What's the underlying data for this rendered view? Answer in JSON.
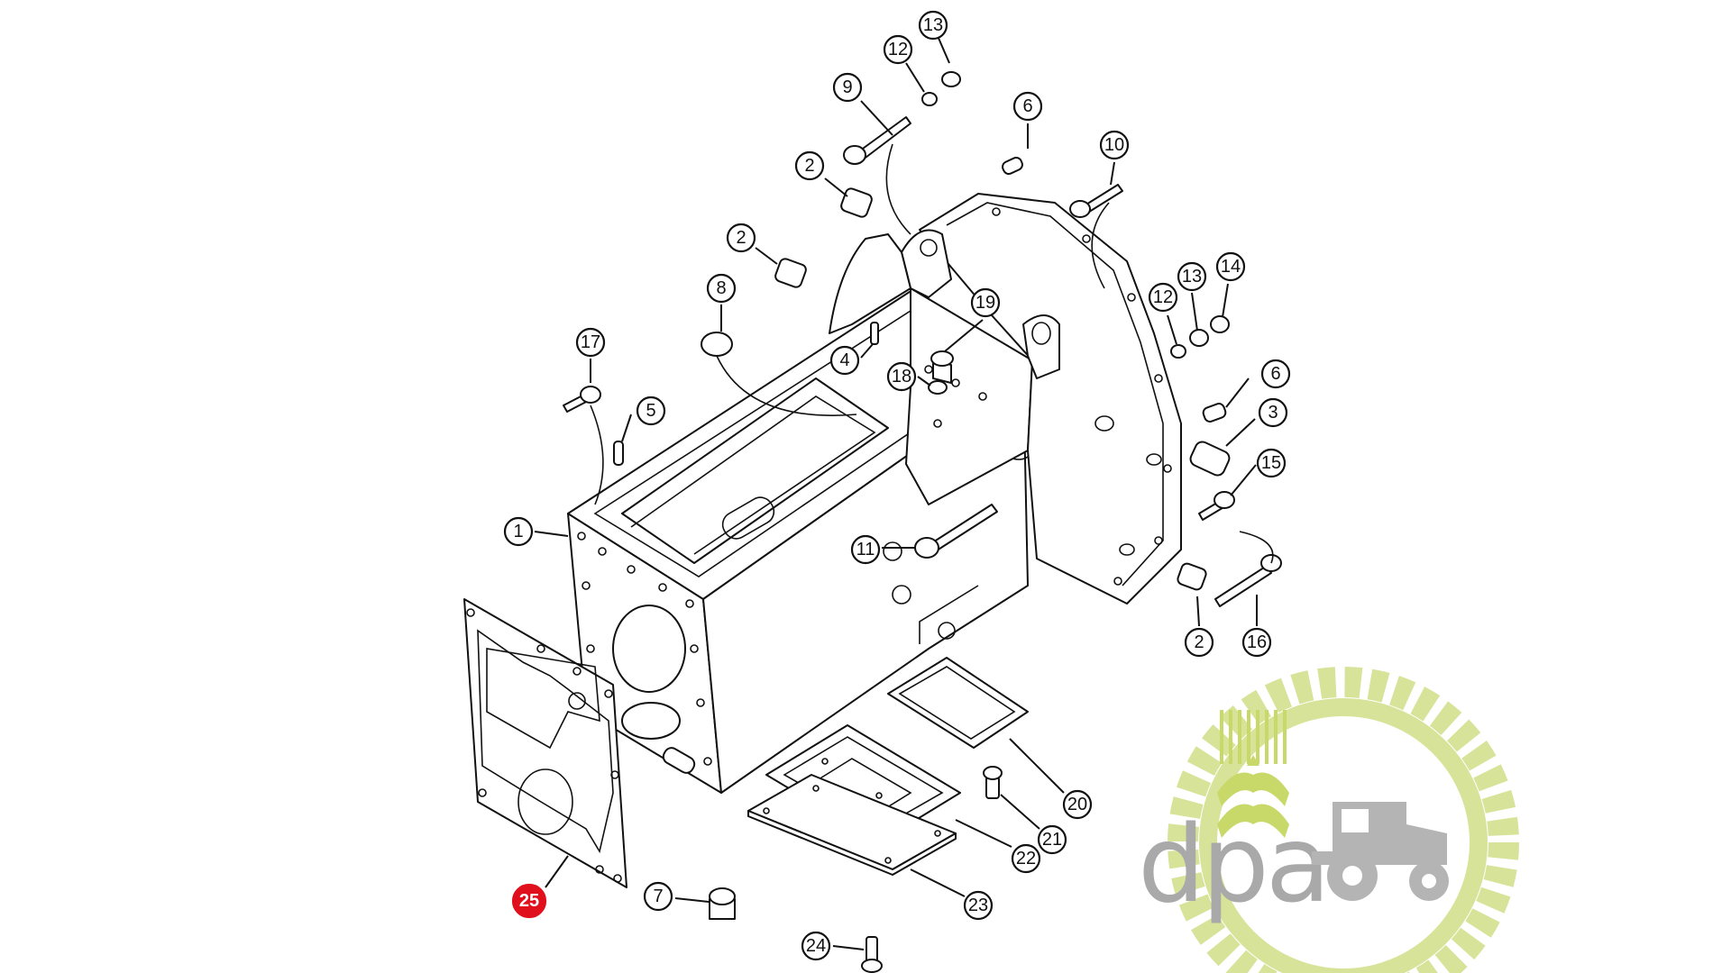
{
  "diagram": {
    "callouts": [
      {
        "id": "c13a",
        "label": "13"
      },
      {
        "id": "c12a",
        "label": "12"
      },
      {
        "id": "c9",
        "label": "9"
      },
      {
        "id": "c6a",
        "label": "6"
      },
      {
        "id": "c10",
        "label": "10"
      },
      {
        "id": "c2a",
        "label": "2"
      },
      {
        "id": "c2b",
        "label": "2"
      },
      {
        "id": "c8",
        "label": "8"
      },
      {
        "id": "c19",
        "label": "19"
      },
      {
        "id": "c12b",
        "label": "12"
      },
      {
        "id": "c13b",
        "label": "13"
      },
      {
        "id": "c14",
        "label": "14"
      },
      {
        "id": "c17",
        "label": "17"
      },
      {
        "id": "c4",
        "label": "4"
      },
      {
        "id": "c18",
        "label": "18"
      },
      {
        "id": "c6b",
        "label": "6"
      },
      {
        "id": "c5",
        "label": "5"
      },
      {
        "id": "c3",
        "label": "3"
      },
      {
        "id": "c15",
        "label": "15"
      },
      {
        "id": "c1",
        "label": "1"
      },
      {
        "id": "c11",
        "label": "11"
      },
      {
        "id": "c2c",
        "label": "2"
      },
      {
        "id": "c16",
        "label": "16"
      },
      {
        "id": "c20",
        "label": "20"
      },
      {
        "id": "c21",
        "label": "21"
      },
      {
        "id": "c22",
        "label": "22"
      },
      {
        "id": "c23",
        "label": "23"
      },
      {
        "id": "c25",
        "label": "25",
        "highlight": true
      },
      {
        "id": "c7",
        "label": "7"
      },
      {
        "id": "c24",
        "label": "24"
      }
    ]
  },
  "logo": {
    "text": "dpa",
    "colors": {
      "text": "#a9a9a9",
      "wheat": "#c8d96a",
      "gear": "#d8e39a",
      "tractor": "#b4b4b4"
    },
    "icons": [
      "wheat-icon",
      "gear-icon",
      "tractor-icon"
    ]
  },
  "colors": {
    "line": "#111111",
    "highlight": "#e0101c",
    "background": "#ffffff"
  }
}
